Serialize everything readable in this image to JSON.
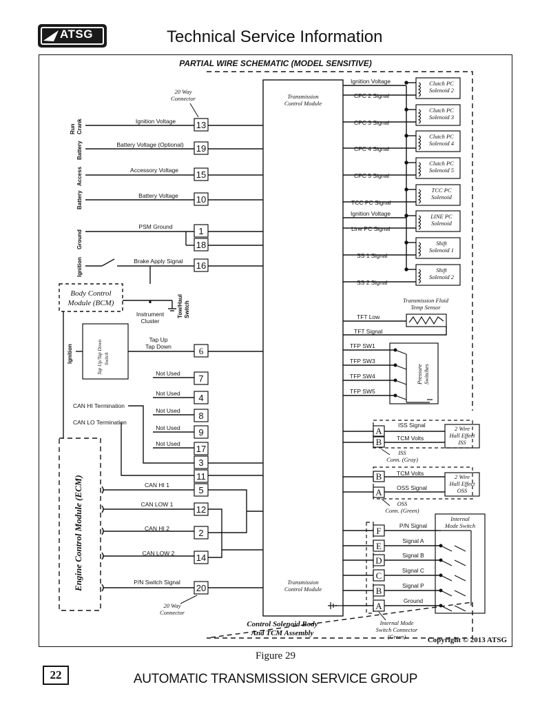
{
  "header": {
    "logo_text": "ATSG",
    "title": "Technical Service Information"
  },
  "diagram": {
    "title": "PARTIAL WIRE SCHEMATIC (MODEL SENSITIVE)",
    "connector_20": "20 Way",
    "connector_20b": "Connector",
    "tcm_label_1": "Transmission",
    "tcm_label_2": "Control Module",
    "left_groups": {
      "run_crank_1": "Run",
      "run_crank_2": "Crank",
      "battery1": "Battery",
      "access": "Access",
      "battery2": "Battery",
      "ground": "Ground",
      "ignition1": "Ignition",
      "ignition2": "Ignition"
    },
    "left_wires": [
      {
        "label": "Ignition Voltage",
        "pin": "13"
      },
      {
        "label": "Battery Voltage (Optional)",
        "pin": "19"
      },
      {
        "label": "Accessory Voltage",
        "pin": "15"
      },
      {
        "label": "Battery Voltage",
        "pin": "10"
      },
      {
        "label": "PSM Ground",
        "pin": "1"
      },
      {
        "label": "",
        "pin": "18"
      },
      {
        "label": "Brake Apply Signal",
        "pin": "16"
      }
    ],
    "bcm": {
      "line1": "Body Control",
      "line2": "Module (BCM)"
    },
    "instrument": {
      "line1": "Instrument",
      "line2": "Cluster"
    },
    "tow_haul": {
      "line1": "Tow/Haul",
      "line2": "Switch"
    },
    "tap_switch": {
      "line1": "Tap Up/Tap Down",
      "line2": "Switch"
    },
    "tap_wire": {
      "line1": "Tap Up",
      "line2": "Tap Down",
      "pin": "6"
    },
    "not_used": [
      {
        "label": "Not Used",
        "pin": "7"
      },
      {
        "label": "Not Used",
        "pin": "4"
      },
      {
        "label": "Not Used",
        "pin": "8"
      },
      {
        "label": "Not Used",
        "pin": "9"
      },
      {
        "label": "Not Used",
        "pin": "17"
      }
    ],
    "can_hi_term": "CAN HI Termination",
    "can_lo_term": "CAN LO Termination",
    "pin_3": "3",
    "pin_11": "11",
    "ecm_label": "Engine Control Module (ECM)",
    "ecm_wires": [
      {
        "label": "CAN HI 1",
        "pin": "5"
      },
      {
        "label": "CAN LOW 1",
        "pin": "12"
      },
      {
        "label": "CAN HI 2",
        "pin": "2"
      },
      {
        "label": "CAN LOW 2",
        "pin": "14"
      },
      {
        "label": "P/N Switch Signal",
        "pin": "20"
      }
    ],
    "right_signals": [
      {
        "label": "Ignition Voltage"
      },
      {
        "label": "CPC 2 Signal",
        "solenoid1": "Clutch PC",
        "solenoid2": "Solenoid 2"
      },
      {
        "label": "CPC 3 Signal",
        "solenoid1": "Clutch PC",
        "solenoid2": "Solenoid 3"
      },
      {
        "label": "CPC 4 Signal",
        "solenoid1": "Clutch PC",
        "solenoid2": "Solenoid 4"
      },
      {
        "label": "CPC 5 Signal",
        "solenoid1": "Clutch PC",
        "solenoid2": "Solenoid 5"
      },
      {
        "label": "TCC PC Signal",
        "solenoid1": "TCC PC",
        "solenoid2": "Solenoid"
      },
      {
        "label": "Ignition Voltage"
      },
      {
        "label": "Line PC Signal",
        "solenoid1": "LINE PC",
        "solenoid2": "Solenoid"
      },
      {
        "label": "SS 1 Signal",
        "solenoid1": "Shift",
        "solenoid2": "Solenoid 1"
      },
      {
        "label": "SS 2 Signal",
        "solenoid1": "Shift",
        "solenoid2": "Solenoid 2"
      }
    ],
    "tft": {
      "title1": "Transmission Fluid",
      "title2": "Temp Sensor",
      "low": "TFT Low",
      "signal": "TFT Signal"
    },
    "tfp": [
      "TFP SW1",
      "TFP SW3",
      "TFP SW4",
      "TFP SW5"
    ],
    "pressure": {
      "line1": "Pressure",
      "line2": "Switches"
    },
    "iss": {
      "signal": "ISS Signal",
      "volts": "TCM Volts",
      "pinA": "A",
      "pinB": "B",
      "conn1": "ISS",
      "conn2": "Conn. (Gray)",
      "sensor1": "2 Wire",
      "sensor2": "Hall Effect",
      "sensor3": "ISS"
    },
    "oss": {
      "volts": "TCM Volts",
      "signal": "OSS Signal",
      "pinB": "B",
      "pinA": "A",
      "conn1": "OSS",
      "conn2": "Conn. (Green)",
      "sensor1": "2 Wire",
      "sensor2": "Hall Effect",
      "sensor3": "OSS"
    },
    "mode_switch": {
      "title1": "Internal",
      "title2": "Mode Switch",
      "rows": [
        {
          "label": "P/N Signal",
          "pin": "F"
        },
        {
          "label": "Signal A",
          "pin": "E"
        },
        {
          "label": "Signal B",
          "pin": "D"
        },
        {
          "label": "Signal C",
          "pin": "C"
        },
        {
          "label": "Signal P",
          "pin": "B"
        },
        {
          "label": "Ground",
          "pin": "A"
        }
      ],
      "conn1": "Internal Mode",
      "conn2": "Switch Connector",
      "conn3": "(Green)"
    },
    "assembly1": "Control Solenoid Body",
    "assembly2": "And TCM Assembly",
    "copyright": "Copyright © 2013 ATSG"
  },
  "figure": "Figure 29",
  "page_number": "22",
  "footer": "AUTOMATIC TRANSMISSION SERVICE GROUP"
}
